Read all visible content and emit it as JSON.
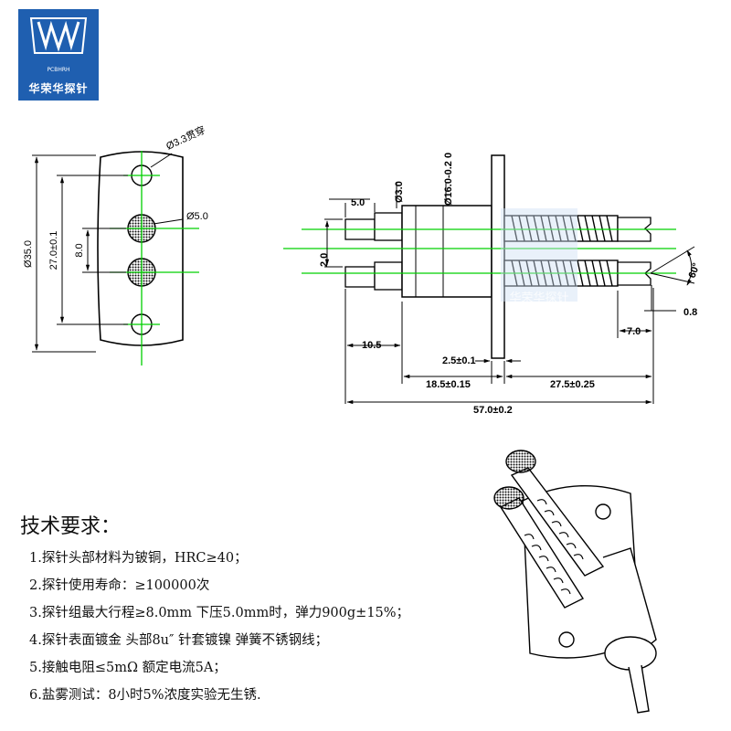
{
  "logo": {
    "name": "华荣华探针",
    "sub": "PCBHRH"
  },
  "watermark": "华荣华探针",
  "dims": {
    "hole_top": "Ø3.3贯穿",
    "hole_mid": "Ø5.0",
    "overall_height": "Ø35.0",
    "hole_pitch": "27.0±0.1",
    "pin_pitch": "8.0",
    "pin_len": "5.0",
    "pin_dia": "Ø3.0",
    "body_dia": "Ø16.0-0.2 0",
    "gap": "2.0",
    "angle": "60°",
    "tip_small": "0.8",
    "tip_len": "7.0",
    "left_len": "10.5",
    "flange": "2.5±0.1",
    "body_len": "18.5±0.15",
    "spring_len": "27.5±0.25",
    "total": "57.0±0.2"
  },
  "requirements": {
    "title": "技术要求：",
    "items": [
      "1.探针头部材料为铍铜，HRC≥40；",
      "2.探针使用寿命：≥100000次",
      "3.探针组最大行程≥8.0mm 下压5.0mm时，弹力900g±15%；",
      "4.探针表面镀金 头部8u″ 针套镀镍 弹簧不锈钢线；",
      "5.接触电阻≤5mΩ  额定电流5A；",
      "6.盐雾测试：8小时5%浓度实验无生锈."
    ]
  }
}
